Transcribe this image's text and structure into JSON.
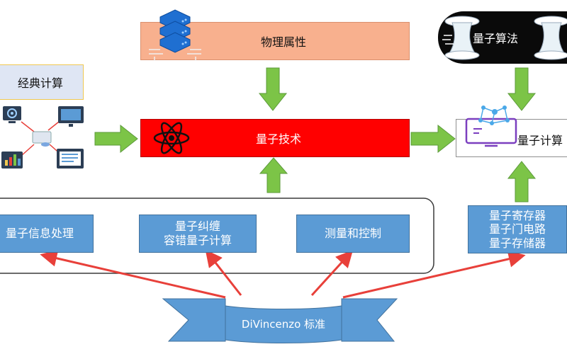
{
  "top": {
    "physical_properties": "物理属性",
    "quantum_algorithm": "量子算法"
  },
  "left": {
    "classical_computing": "经典计算"
  },
  "center": {
    "quantum_technology": "量子技术"
  },
  "right": {
    "quantum_computing": "量子计算"
  },
  "bottom_group": {
    "info_processing": "量子信息处理",
    "entanglement_line1": "量子纠缠",
    "entanglement_line2": "容错量子计算",
    "measure_control": "测量和控制"
  },
  "hardware": {
    "line1": "量子寄存器",
    "line2": "量子门电路",
    "line3": "量子存储器"
  },
  "banner": {
    "label": "DiVincenzo 标准"
  },
  "colors": {
    "green_arrow": "#7cc447",
    "red_arrow": "#e8403a",
    "quantum_tech_fill": "#ff0000",
    "physical_fill": "#f8b08e",
    "blue_box": "#5b9bd5"
  }
}
